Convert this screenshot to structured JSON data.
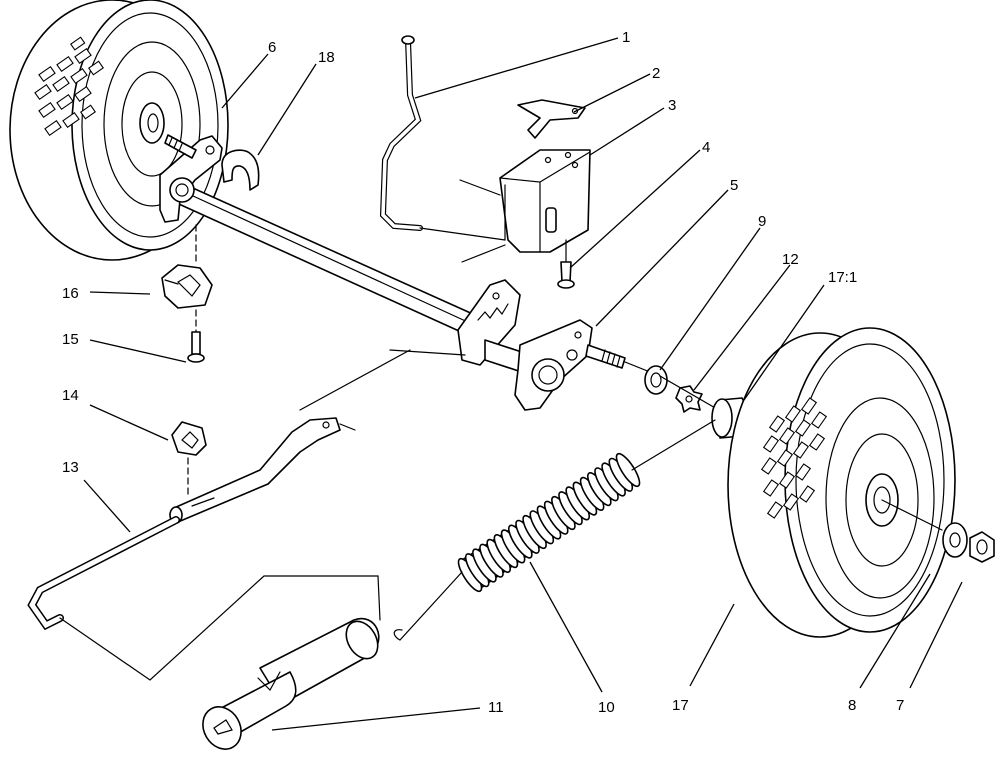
{
  "callouts": [
    {
      "id": "c1",
      "text": "1"
    },
    {
      "id": "c2",
      "text": "2"
    },
    {
      "id": "c3",
      "text": "3"
    },
    {
      "id": "c4",
      "text": "4"
    },
    {
      "id": "c5",
      "text": "5"
    },
    {
      "id": "c6",
      "text": "6"
    },
    {
      "id": "c7",
      "text": "7"
    },
    {
      "id": "c8",
      "text": "8"
    },
    {
      "id": "c9",
      "text": "9"
    },
    {
      "id": "c10",
      "text": "10"
    },
    {
      "id": "c11",
      "text": "11"
    },
    {
      "id": "c12",
      "text": "12"
    },
    {
      "id": "c13",
      "text": "13"
    },
    {
      "id": "c14",
      "text": "14"
    },
    {
      "id": "c15",
      "text": "15"
    },
    {
      "id": "c16",
      "text": "16"
    },
    {
      "id": "c17",
      "text": "17"
    },
    {
      "id": "c17_1",
      "text": "17:1"
    },
    {
      "id": "c18",
      "text": "18"
    }
  ]
}
